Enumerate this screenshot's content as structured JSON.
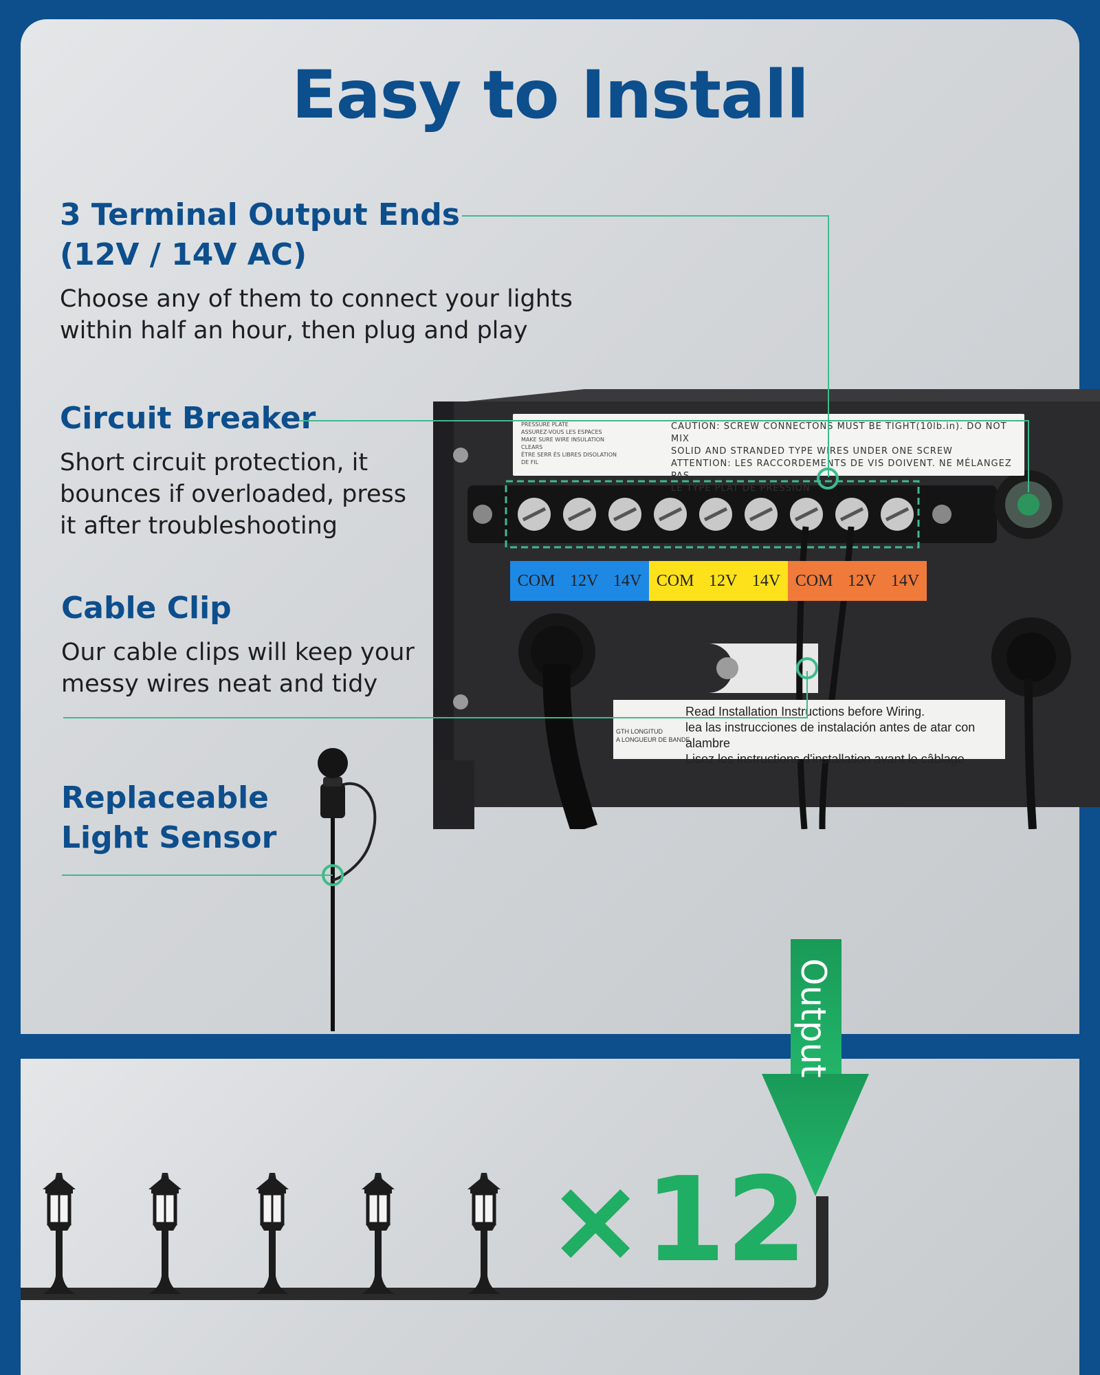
{
  "headline": "Easy to Install",
  "features": [
    {
      "title_line1": "3 Terminal Output Ends",
      "title_line2": "(12V / 14V AC)",
      "desc_line1": "Choose any of them to connect your lights",
      "desc_line2": "within half an hour, then plug and play"
    },
    {
      "title_line1": "Circuit Breaker",
      "desc_line1": "Short circuit protection, it",
      "desc_line2": "bounces if overloaded, press",
      "desc_line3": "it after troubleshooting"
    },
    {
      "title_line1": "Cable Clip",
      "desc_line1": "Our cable clips will keep your",
      "desc_line2": "messy wires neat and tidy"
    },
    {
      "title_line1": "Replaceable",
      "title_line2": "Light Sensor"
    }
  ],
  "device": {
    "caution_lines": [
      "CAUTION: SCREW CONNECTONS MUST BE TIGHT(10lb.in). DO NOT MIX",
      "SOLID AND STRANDED TYPE WIRES UNDER ONE SCREW",
      "ATTENTION: LES RACCORDEMENTS DE VIS DOIVENT. NE MÉLANGEZ PAS",
      "LE TYPE PLAT DE PRESSION"
    ],
    "small_label_lines": [
      "PRESSURE PLATE",
      "ASSUREZ-VOUS LES ESPACES",
      "MAKE SURE WIRE INSULATION",
      "CLEARS",
      "ÊTRE SERR ÉS LIBRES DISOLATION",
      "DE FIL"
    ],
    "terminal_groups": [
      {
        "color": "#1e88e5",
        "labels": [
          "COM",
          "12V",
          "14V"
        ]
      },
      {
        "color": "#fde21b",
        "labels": [
          "COM",
          "12V",
          "14V"
        ]
      },
      {
        "color": "#f07a3a",
        "labels": [
          "COM",
          "12V",
          "14V"
        ]
      }
    ],
    "install_lines": [
      "Read Installation Instructions before Wiring.",
      "lea las instrucciones de instalación antes de atar con alambre",
      "Lisez les instructions d'installation avant le câblage"
    ],
    "strip_length_lines": [
      "GTH LONGITUD",
      "A LONGUEUR DE BANDE"
    ]
  },
  "output_label": "Output",
  "light_count": "×12",
  "colors": {
    "brand_blue": "#0d4e8c",
    "accent_green": "#1fae63",
    "leader_line": "#3dbb8c",
    "device_body": "#2b2b2d"
  },
  "icons": {
    "lamp": "garden-lamp-post-icon",
    "arrow": "down-arrow-icon"
  }
}
